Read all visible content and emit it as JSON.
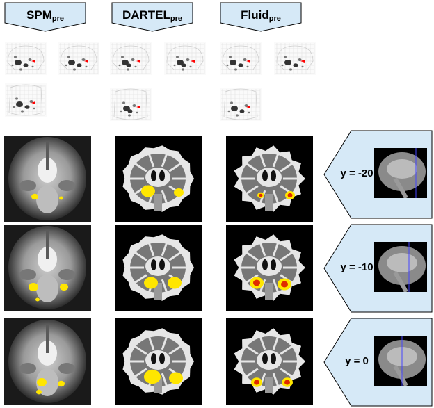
{
  "headers": [
    {
      "name": "SPM",
      "sub": "pre"
    },
    {
      "name": "DARTEL",
      "sub": "pre"
    },
    {
      "name": "Fluid",
      "sub": "pre"
    }
  ],
  "slices": [
    {
      "y_label": "y = -20"
    },
    {
      "y_label": "y = -10"
    },
    {
      "y_label": "y = 0"
    }
  ],
  "colors": {
    "header_fill": "#d6e9f7",
    "activation_yellow": "#ffe600",
    "activation_red": "#e02a00",
    "crosshair": "#4444ff"
  }
}
